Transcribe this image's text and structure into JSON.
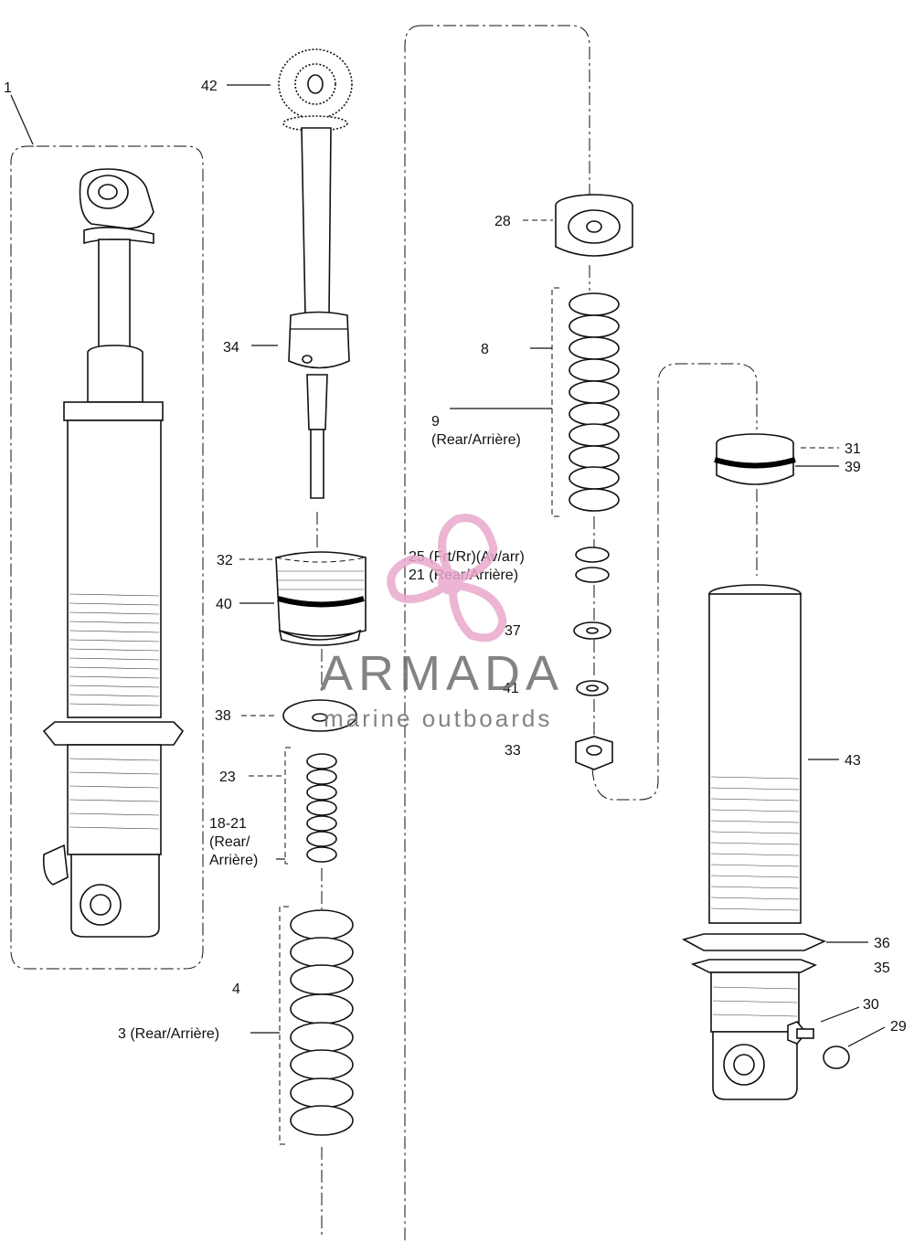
{
  "labels": {
    "p1": "1",
    "p42": "42",
    "p34": "34",
    "p32": "32",
    "p40": "40",
    "p38": "38",
    "p23": "23",
    "p18_21": "18-21",
    "p18_21_note1": "(Rear/",
    "p18_21_note2": "Arrière)",
    "p4": "4",
    "p3": "3 (Rear/Arrière)",
    "p28": "28",
    "p8": "8",
    "p9": "9",
    "p9_note": "(Rear/Arrière)",
    "p25": "25 (Frt/Rr)(Av/arr)",
    "p21": "21 (Rear/Arrière)",
    "p37": "37",
    "p41": "41",
    "p33": "33",
    "p31": "31",
    "p39": "39",
    "p43": "43",
    "p36": "36",
    "p35": "35",
    "p30": "30",
    "p29": "29"
  },
  "watermark": {
    "brand": "ARMADA",
    "tagline": "marine outboards",
    "color": "#e8a9cc"
  }
}
